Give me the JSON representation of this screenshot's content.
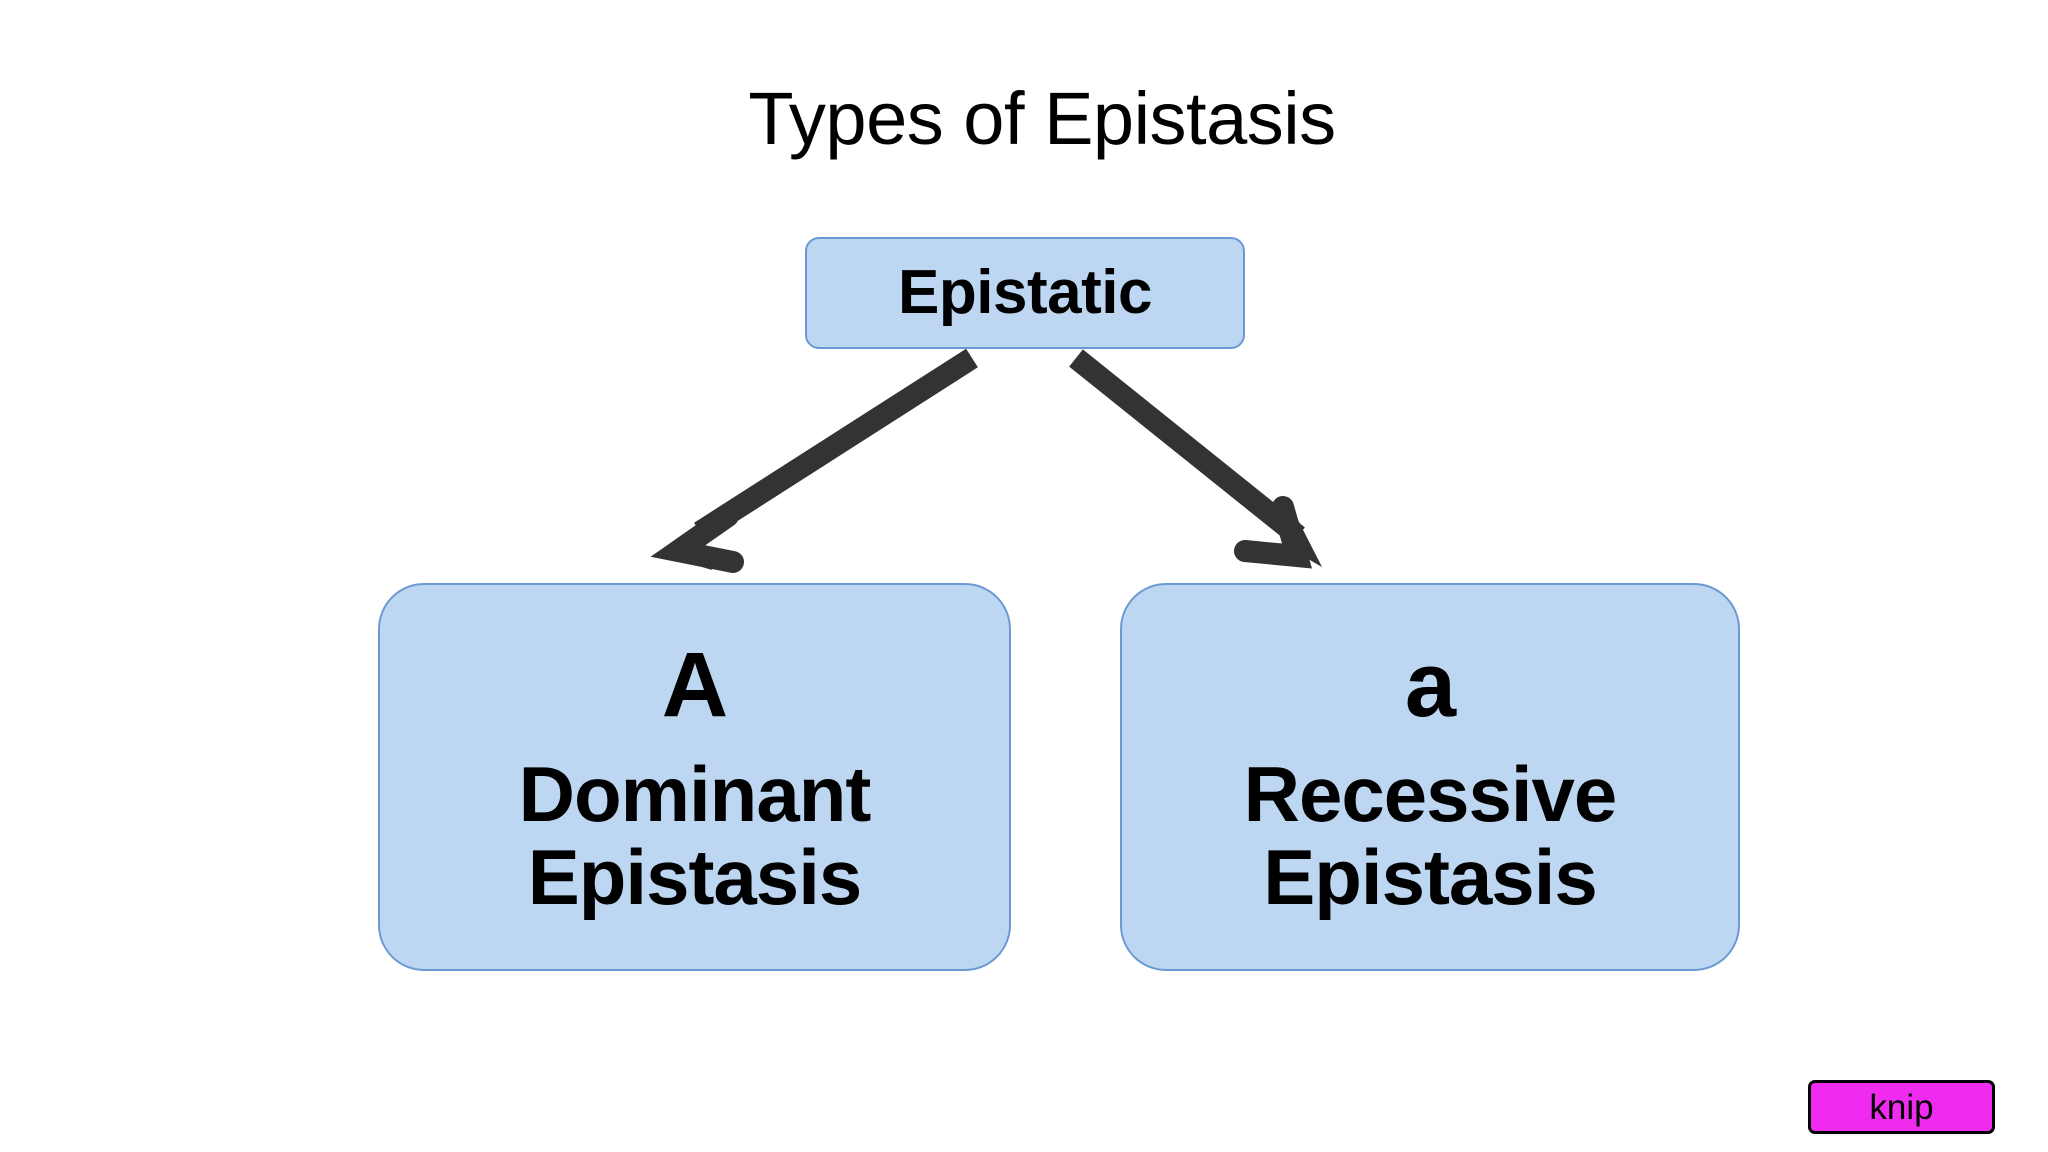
{
  "slide": {
    "title": "Types of Epistasis",
    "background_color": "#ffffff"
  },
  "diagram": {
    "type": "hierarchy",
    "node_fill_color": "#bdd6f1",
    "node_border_color": "#6b9ad2",
    "arrow_color": "#333333",
    "root": {
      "id": "epistatic",
      "label": "Epistatic"
    },
    "children": [
      {
        "id": "dominant-epistasis",
        "symbol": "A",
        "line1": "Dominant",
        "line2": "Epistasis"
      },
      {
        "id": "recessive-epistasis",
        "symbol": "a",
        "line1": "Recessive",
        "line2": "Epistasis"
      }
    ],
    "connectors": [
      {
        "id": "arrow-to-dominant",
        "from": "epistatic",
        "to": "dominant-epistasis",
        "style": "solid-arrow"
      },
      {
        "id": "arrow-to-recessive",
        "from": "epistatic",
        "to": "recessive-epistasis",
        "style": "solid-arrow"
      }
    ]
  },
  "watermark": {
    "label": "knip",
    "background_color": "#ef2bef",
    "border_color": "#000000"
  }
}
